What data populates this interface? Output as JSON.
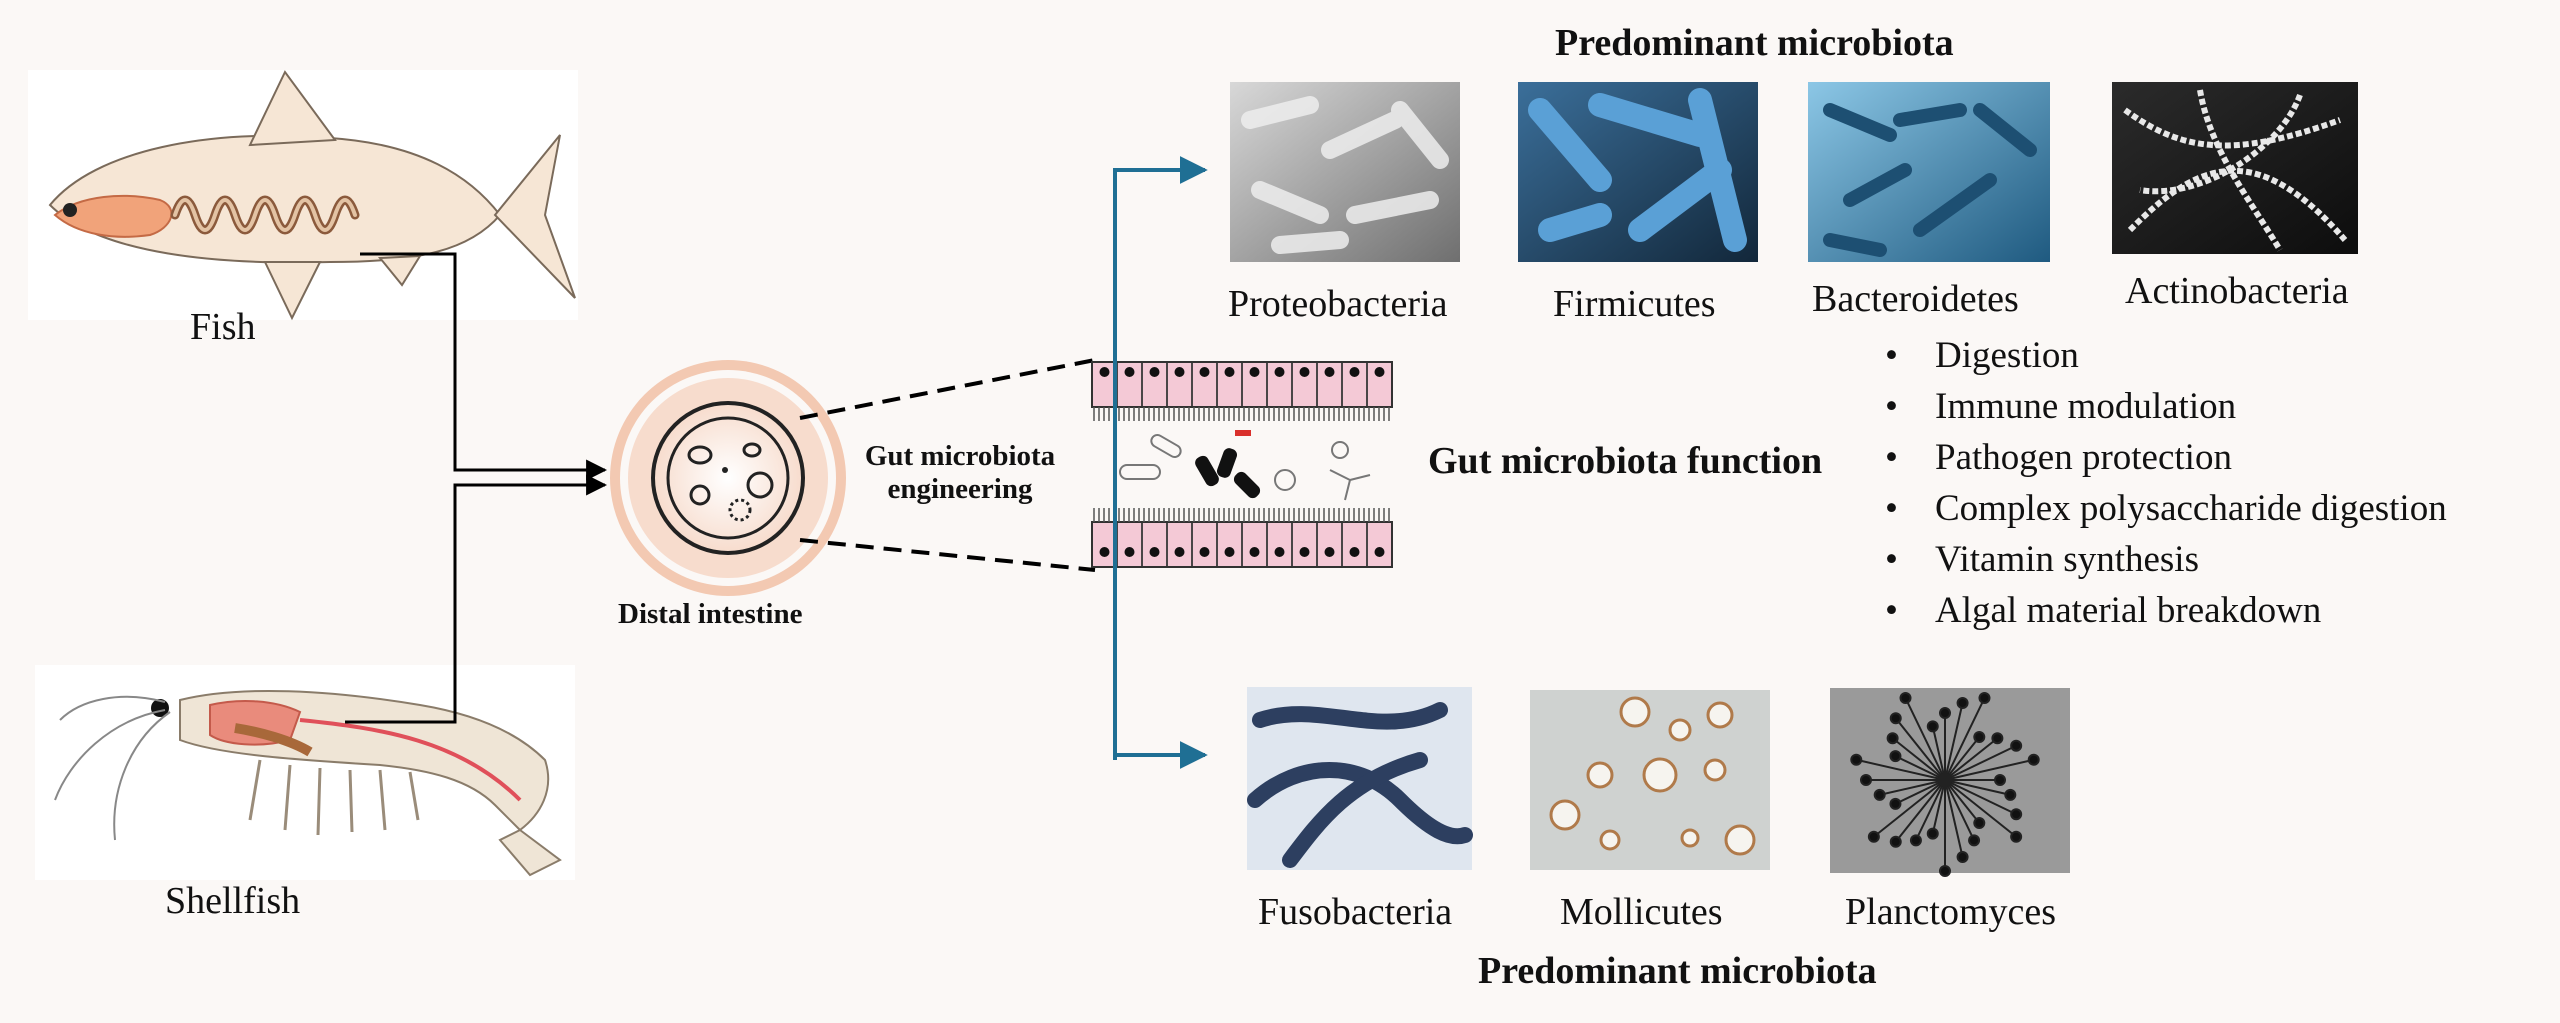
{
  "sources": {
    "fish_label": "Fish",
    "shellfish_label": "Shellfish"
  },
  "intestine": {
    "label": "Distal intestine"
  },
  "engineering": {
    "line1": "Gut microbiota",
    "line2": "engineering"
  },
  "function": {
    "title": "Gut microbiota function",
    "items": [
      "Digestion",
      "Immune modulation",
      "Pathogen protection",
      "Complex polysaccharide digestion",
      "Vitamin synthesis",
      "Algal material breakdown"
    ]
  },
  "top_group": {
    "title": "Predominant microbiota",
    "microbes": [
      "Proteobacteria",
      "Firmicutes",
      "Bacteroidetes",
      "Actinobacteria"
    ]
  },
  "bottom_group": {
    "title": "Predominant microbiota",
    "microbes": [
      "Fusobacteria",
      "Mollicutes",
      "Planctomyces"
    ]
  },
  "colors": {
    "arrow_blue": "#1f6f94",
    "intestine_ring": "#f3c9b2",
    "epithelium": "#f4c9d6"
  }
}
